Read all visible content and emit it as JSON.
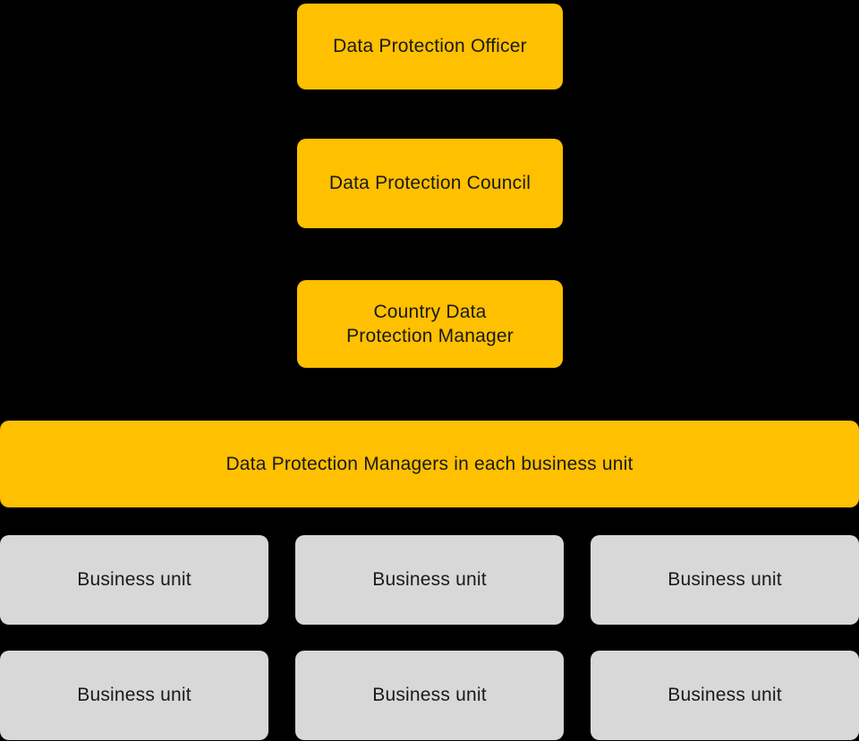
{
  "colors": {
    "background": "#000000",
    "node_amber": "#FFC000",
    "node_gray": "#D8D8D8",
    "text": "#1A1A1A"
  },
  "org_chart": {
    "type": "org-hierarchy",
    "levels": {
      "officer": {
        "label": "Data Protection Officer"
      },
      "council": {
        "label": "Data Protection Council"
      },
      "country_manager": {
        "label": "Country Data\nProtection Manager"
      },
      "unit_managers": {
        "label": "Data Protection Managers in each business unit"
      }
    },
    "business_units": [
      {
        "label": "Business unit"
      },
      {
        "label": "Business unit"
      },
      {
        "label": "Business unit"
      },
      {
        "label": "Business unit"
      },
      {
        "label": "Business unit"
      },
      {
        "label": "Business unit"
      }
    ]
  }
}
